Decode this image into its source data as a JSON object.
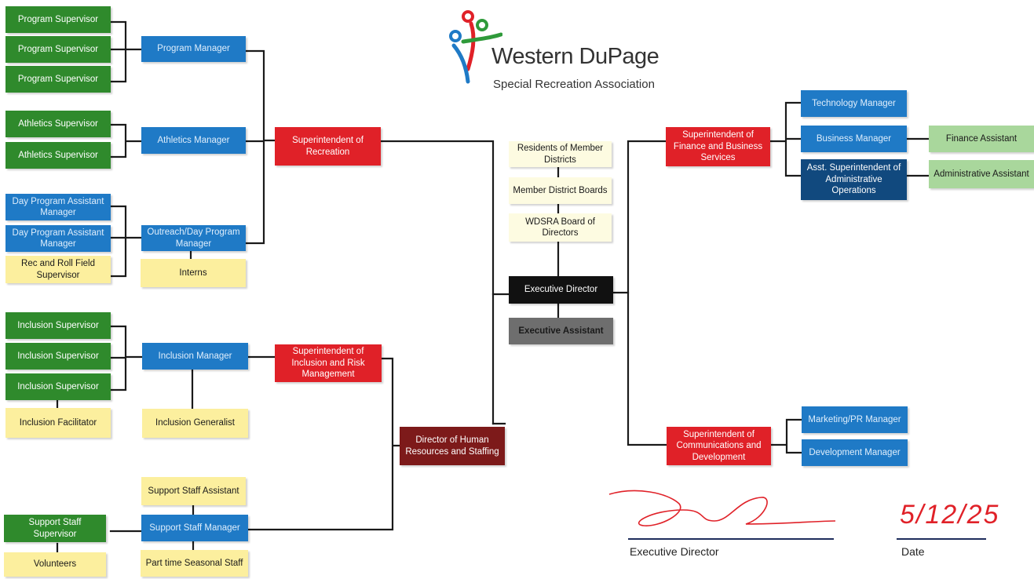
{
  "logo": {
    "title": "Western DuPage",
    "subtitle": "Special Recreation Association"
  },
  "boxes": {
    "ps1": "Program Supervisor",
    "ps2": "Program Supervisor",
    "ps3": "Program Supervisor",
    "as1": "Athletics Supervisor",
    "as2": "Athletics Supervisor",
    "dpam1": "Day Program Assistant Manager",
    "dpam2": "Day Program Assistant Manager",
    "rrfs": "Rec and Roll Field Supervisor",
    "is1": "Inclusion Supervisor",
    "is2": "Inclusion Supervisor",
    "is3": "Inclusion Supervisor",
    "if": "Inclusion Facilitator",
    "sss": "Support Staff Supervisor",
    "vol": "Volunteers",
    "pm": "Program Manager",
    "am": "Athletics Manager",
    "odpm": "Outreach/Day Program Manager",
    "interns": "Interns",
    "im": "Inclusion Manager",
    "ig": "Inclusion Generalist",
    "ssa": "Support Staff Assistant",
    "ssm": "Support Staff Manager",
    "ptss": "Part time Seasonal Staff",
    "sor": "Superintendent of Recreation",
    "soirm": "Superintendent of Inclusion and Risk Management",
    "dhrs": "Director of Human Resources and Staffing",
    "rmd": "Residents of Member Districts",
    "mdb": "Member District Boards",
    "wbd": "WDSRA Board of Directors",
    "ed": "Executive Director",
    "ea": "Executive Assistant",
    "sofbs": "Superintendent of Finance and Business Services",
    "socd": "Superintendent of Communications and Development",
    "tm": "Technology Manager",
    "bm": "Business Manager",
    "asao": "Asst. Superintendent of Administrative Operations",
    "fa": "Finance Assistant",
    "aa": "Administrative Assistant",
    "mprm": "Marketing/PR Manager",
    "dm": "Development Manager"
  },
  "signature": {
    "label_executive": "Executive Director",
    "label_date": "Date",
    "date_value": "5/12/25"
  },
  "colors": {
    "supervisor_green": "#2f8a2c",
    "manager_blue": "#1f7ac6",
    "superintendent_red": "#e02128",
    "support_yellow": "#fcef9e",
    "board_cream": "#fdfbe1",
    "director_black": "#111111",
    "assistant_gray": "#6e6e6e",
    "hr_maroon": "#7d1a1a",
    "asst_super_navy": "#11497e",
    "assistant_lightgreen": "#a9d79c",
    "signature_red": "#e02128"
  }
}
